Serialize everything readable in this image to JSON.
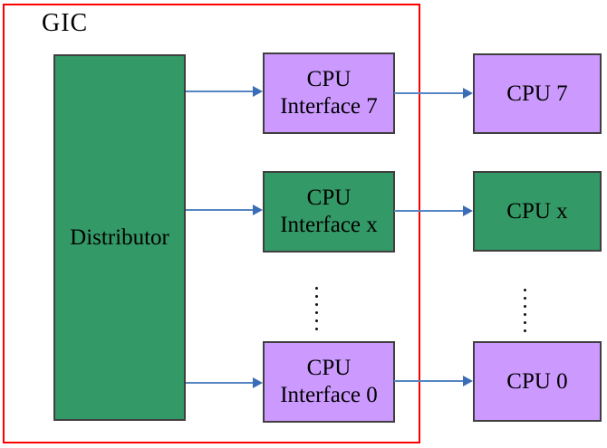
{
  "diagram": {
    "title": "GIC",
    "distributor": {
      "label": "Distributor",
      "color": "#339966"
    },
    "cpu_interfaces": [
      {
        "line1": "CPU",
        "line2": "Interface 7",
        "color": "#cc99ff"
      },
      {
        "line1": "CPU",
        "line2": "Interface x",
        "color": "#339966"
      },
      {
        "line1": "CPU",
        "line2": "Interface 0",
        "color": "#cc99ff"
      }
    ],
    "cpus": [
      {
        "label": "CPU 7",
        "color": "#cc99ff"
      },
      {
        "label": "CPU x",
        "color": "#339966"
      },
      {
        "label": "CPU 0",
        "color": "#cc99ff"
      }
    ],
    "connections": [
      {
        "from": "Distributor",
        "to": "CPU Interface 7"
      },
      {
        "from": "Distributor",
        "to": "CPU Interface x"
      },
      {
        "from": "Distributor",
        "to": "CPU Interface 0"
      },
      {
        "from": "CPU Interface 7",
        "to": "CPU 7"
      },
      {
        "from": "CPU Interface x",
        "to": "CPU x"
      },
      {
        "from": "CPU Interface 0",
        "to": "CPU 0"
      }
    ],
    "colors": {
      "frame": "#ff0000",
      "green": "#339966",
      "purple": "#cc99ff",
      "arrow_line": "#5585c2",
      "arrow_head": "#3a6db5",
      "box_border": "#3f3f3f",
      "background": "#ffffff"
    }
  }
}
